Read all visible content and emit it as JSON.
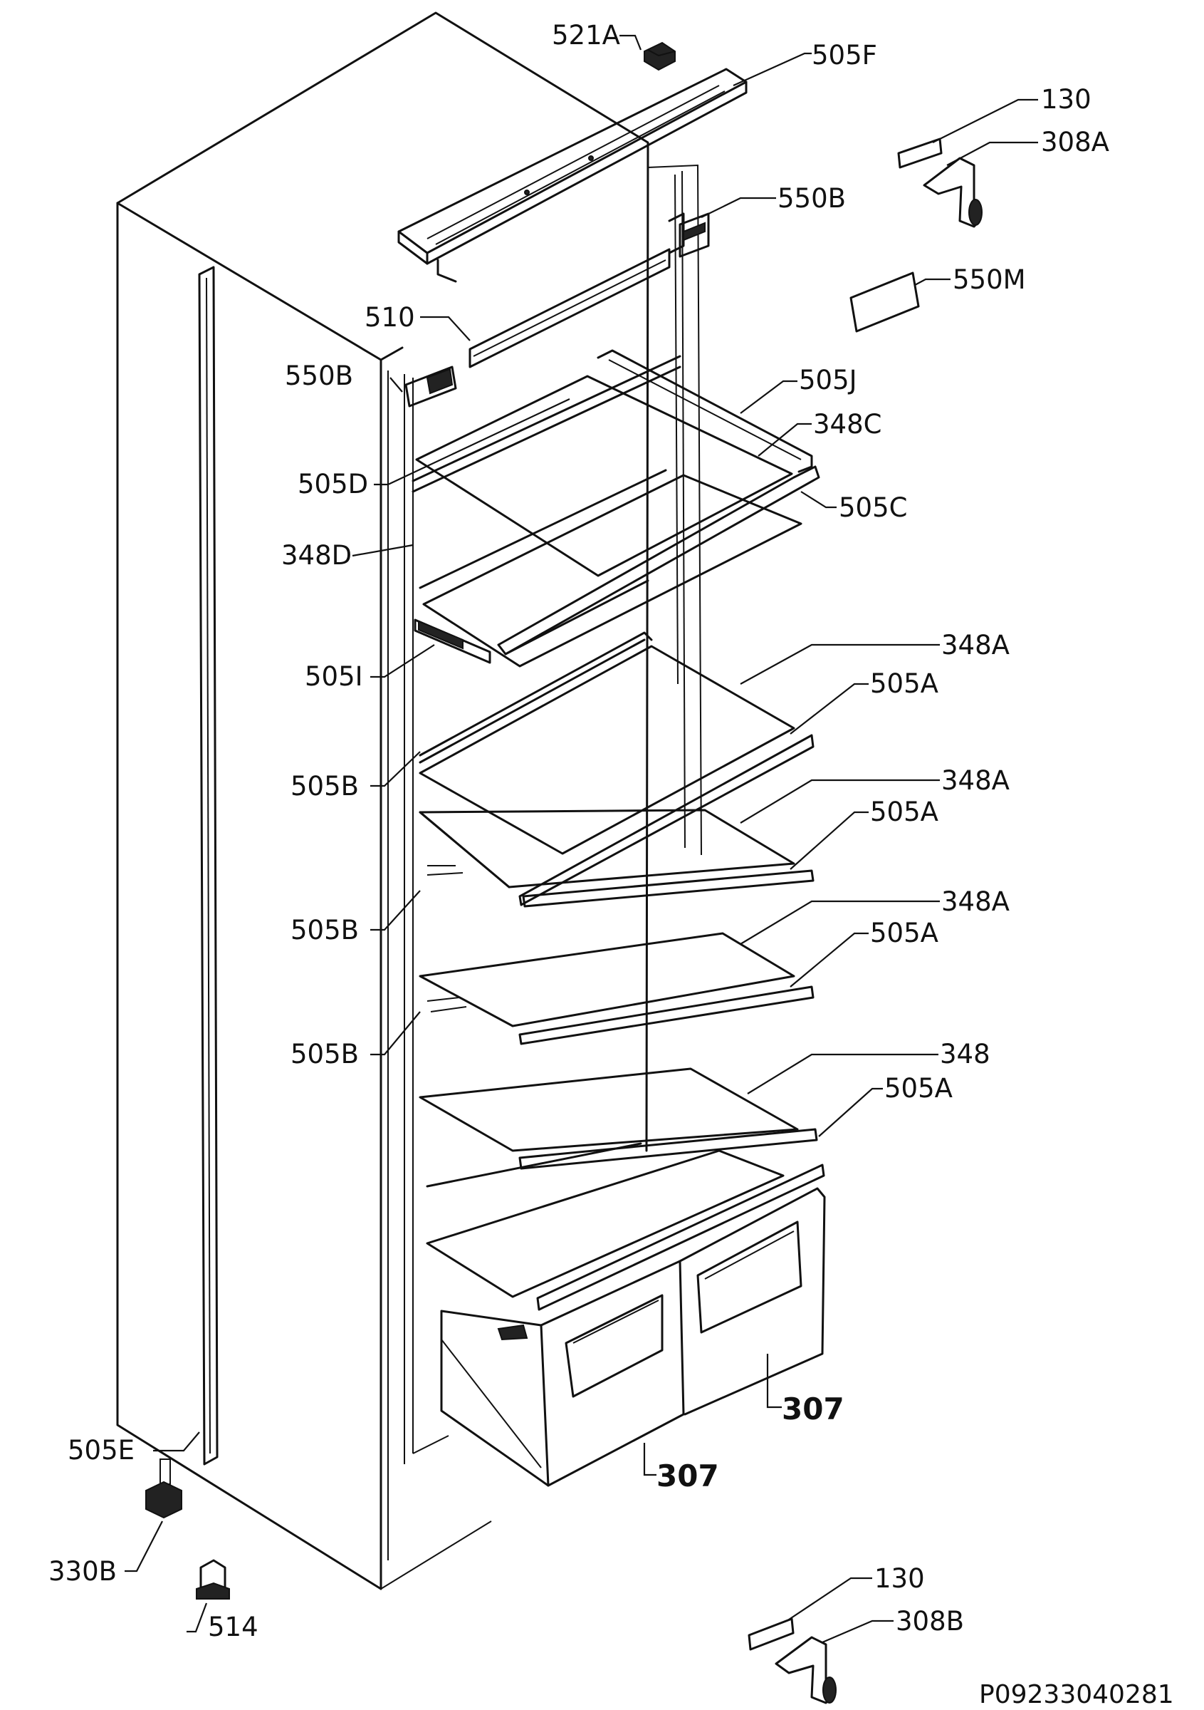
{
  "labels": {
    "l521A": "521A",
    "l505F": "505F",
    "l130_top": "130",
    "l308A": "308A",
    "l550B_right": "550B",
    "l550M": "550M",
    "l510": "510",
    "l550B_left": "550B",
    "l505J": "505J",
    "l348C": "348C",
    "l505D": "505D",
    "l505C": "505C",
    "l348D": "348D",
    "l505I": "505I",
    "l348A_1": "348A",
    "l505A_1": "505A",
    "l505B_1": "505B",
    "l348A_2": "348A",
    "l505A_2": "505A",
    "l505B_2": "505B",
    "l348A_3": "348A",
    "l505A_3": "505A",
    "l505B_3": "505B",
    "l348": "348",
    "l505A_4": "505A",
    "l307_right": "307",
    "l307_left": "307",
    "l505E": "505E",
    "l330B": "330B",
    "l514": "514",
    "l130_bottom": "130",
    "l308B": "308B"
  },
  "reference": "P09233040281"
}
